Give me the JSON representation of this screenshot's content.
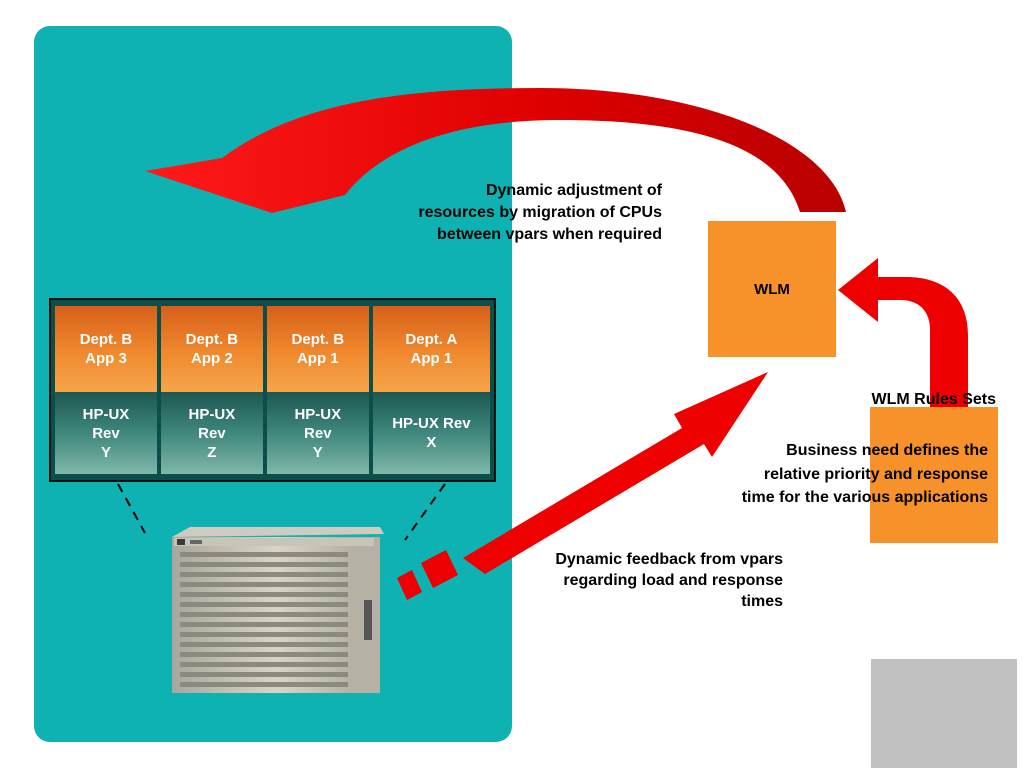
{
  "labels": {
    "wlm": "WLM",
    "adjust_line1": "Dynamic adjustment of",
    "adjust_line2": "resources by migration of CPUs",
    "adjust_line3": "between vpars when required",
    "rules_title": "WLM Rules Sets",
    "business_line1": "Business need defines the",
    "business_line2": "relative priority and response",
    "business_line3": "time for the various applications",
    "feedback_line1": "Dynamic feedback from vpars",
    "feedback_line2": "regarding load and response",
    "feedback_line3": "times"
  },
  "vpars": [
    {
      "dept": "Dept. B",
      "app": "App 3",
      "os_lines": [
        "HP-UX",
        "Rev",
        "Y"
      ]
    },
    {
      "dept": "Dept. B",
      "app": "App 2",
      "os_lines": [
        "HP-UX",
        "Rev",
        "Z"
      ]
    },
    {
      "dept": "Dept. B",
      "app": "App 1",
      "os_lines": [
        "HP-UX",
        "Rev",
        "Y"
      ]
    },
    {
      "dept": "Dept. A",
      "app": "App 1",
      "os_lines": [
        "HP-UX Rev",
        "X"
      ]
    }
  ],
  "colors": {
    "teal_panel": "#0fb2b2",
    "orange_box": "#f7922b",
    "arrow_red": "#ee0000",
    "arrow_dark_red": "#c40000",
    "gray_box": "#c0c0c0"
  }
}
